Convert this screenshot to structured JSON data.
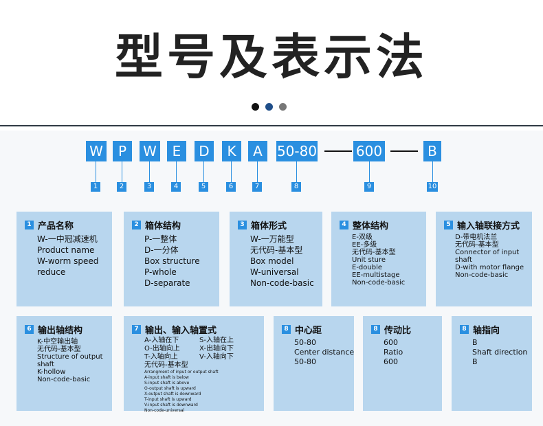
{
  "title": "型号及表示法",
  "dot_colors": [
    "#111111",
    "#1f4e89",
    "#777777"
  ],
  "model_code": {
    "letters": [
      "W",
      "P",
      "W",
      "E",
      "D",
      "K",
      "A"
    ],
    "ratio_box": "50-80",
    "center_box": "600",
    "last_box": "B",
    "numbers": [
      "1",
      "2",
      "3",
      "4",
      "5",
      "6",
      "7",
      "8",
      "9",
      "10"
    ]
  },
  "cards": [
    {
      "num": "1",
      "title": "产品名称",
      "lines": [
        "W-一中冠减速机",
        "Product name",
        "W-worm speed",
        "reduce"
      ]
    },
    {
      "num": "2",
      "title": "箱体结构",
      "lines": [
        "P-一整体",
        "D-一分体",
        "Box structure",
        "P-whole",
        "D-separate"
      ]
    },
    {
      "num": "3",
      "title": "箱体形式",
      "lines": [
        "W-一万能型",
        "无代码-基本型",
        "Box model",
        "W-universal",
        "Non-code-basic"
      ]
    },
    {
      "num": "4",
      "title": "整体结构",
      "lines": [
        "E-双级",
        "EE-多级",
        "无代码-基本型",
        "Unit sture",
        "E-double",
        "EE-multistage",
        "Non-code-basic"
      ]
    },
    {
      "num": "5",
      "title": "输入轴联接方式",
      "lines": [
        "D-带电机法兰",
        "无代码-基本型",
        "Connector of input",
        "shaft",
        "D-with motor flange",
        "Non-code-basic"
      ]
    },
    {
      "num": "6",
      "title": "输出轴结构",
      "lines": [
        "K-中空输出轴",
        "无代码-基本型",
        "Structure of output",
        "shaft",
        "K-hollow",
        "Non-code-basic"
      ]
    },
    {
      "num": "7",
      "title": "输出、输入轴置式",
      "pairs": [
        [
          "A-入轴在下",
          "S-入轴在上"
        ],
        [
          "O-出轴向上",
          "X-出轴向下"
        ],
        [
          "T-入轴向上",
          "V-入轴向下"
        ]
      ],
      "basic": "无代码-基本型",
      "notes": [
        "Arrangment of input or output shaft",
        "A-input shaft is below",
        "S-input shaft is above",
        "O-output shaft is upward",
        "X-output shaft is downward",
        "T-input shaft is upward",
        "V-input shaft is downward",
        "Non-code-universal"
      ]
    },
    {
      "num": "8",
      "title": "中心距",
      "lines": [
        "50-80",
        "Center distance",
        "50-80"
      ]
    },
    {
      "num": "8",
      "title": "传动比",
      "lines": [
        "600",
        "Ratio",
        "600"
      ]
    },
    {
      "num": "8",
      "title": "轴指向",
      "lines": [
        "B",
        "Shaft direction",
        "B"
      ]
    }
  ]
}
